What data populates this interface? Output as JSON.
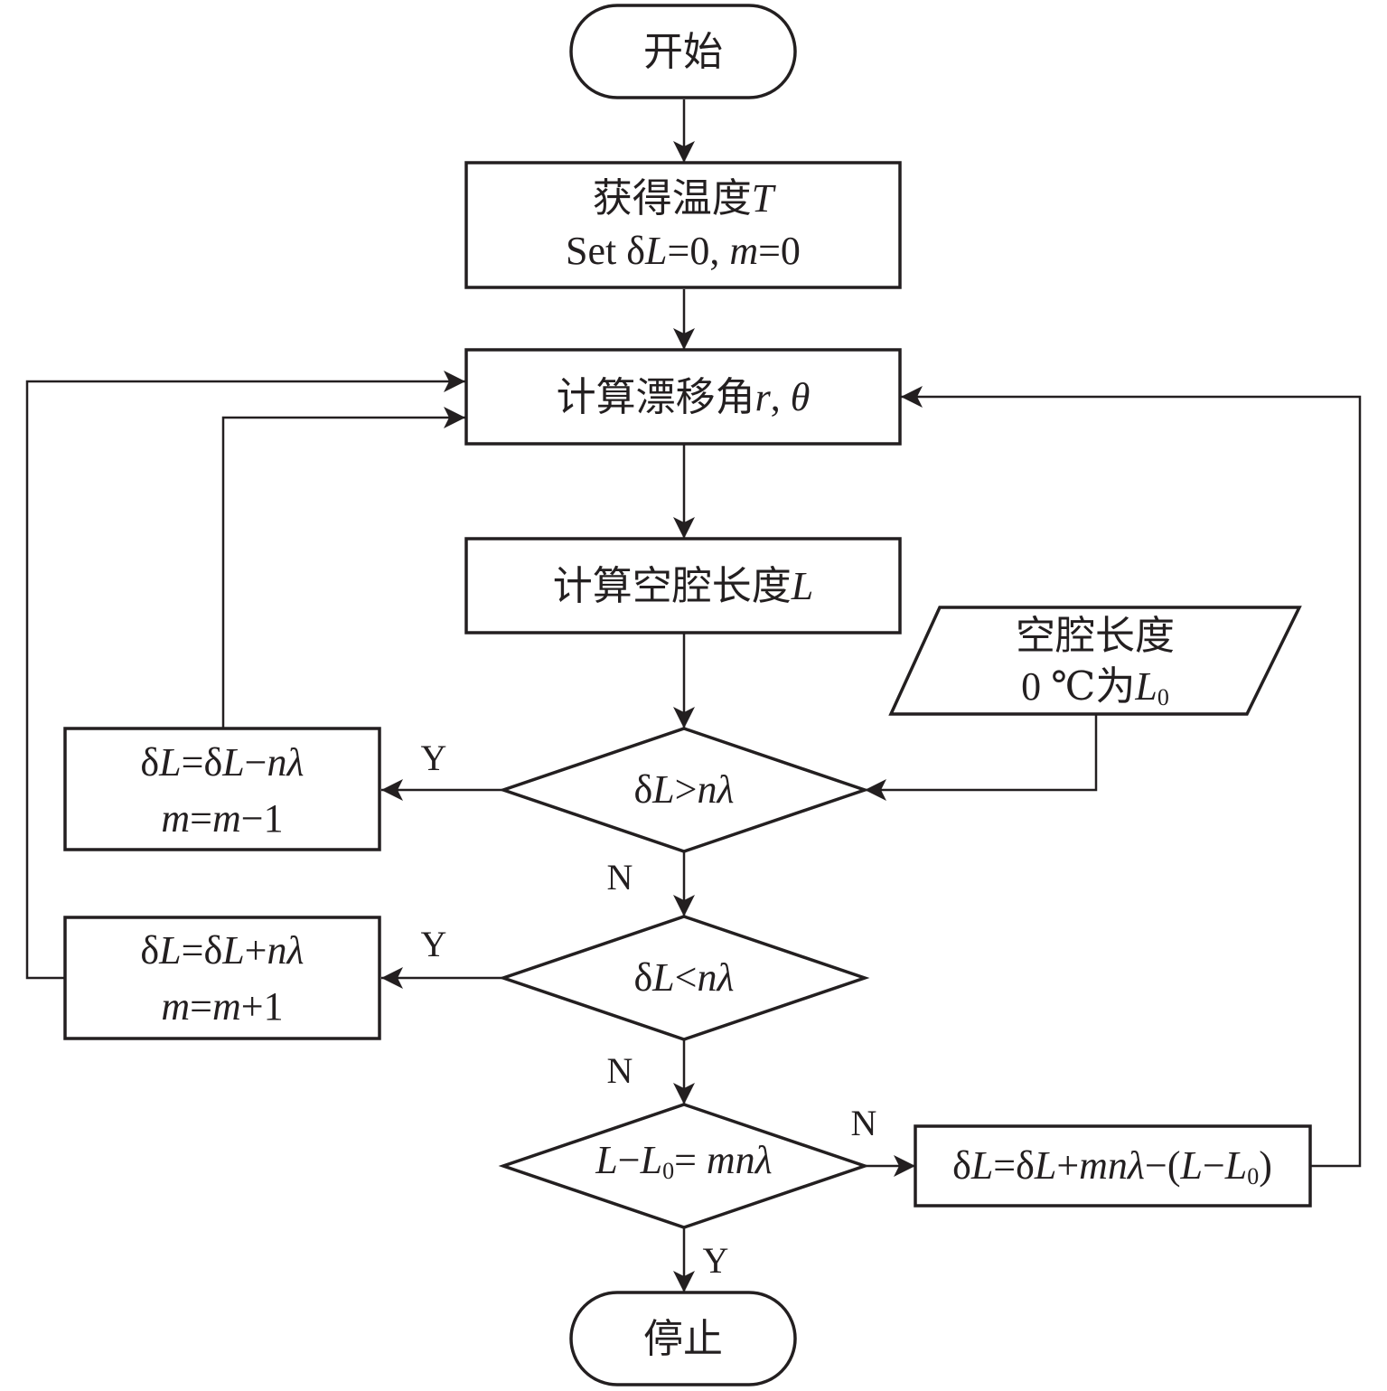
{
  "nodes": {
    "start": {
      "text": "开始"
    },
    "get_temp": {
      "line1_prefix": "获得温度",
      "line1_var": "T",
      "line2_a": "Set δ",
      "line2_b": "L",
      "line2_c": "=0, ",
      "line2_d": "m",
      "line2_e": "=0"
    },
    "calc_drift": {
      "prefix": "计算漂移角",
      "var_r": "r",
      "sep": ", ",
      "var_theta": "θ"
    },
    "calc_length": {
      "prefix": "计算空腔长度",
      "var": "L"
    },
    "input_l0": {
      "line1": "空腔长度",
      "line2_a": "0 ℃为",
      "line2_var": "L",
      "line2_sub": "0"
    },
    "dec1": {
      "a": "δ",
      "b": "L",
      "c": ">",
      "d": "nλ"
    },
    "dec2": {
      "a": "δ",
      "b": "L",
      "c": "<",
      "d": "nλ"
    },
    "dec3": {
      "a": "L",
      "b": "−",
      "c": "L",
      "sub": "0",
      "d": "= ",
      "e": "mnλ"
    },
    "box_minus": {
      "l1_a": "δ",
      "l1_b": "L",
      "l1_c": "=δ",
      "l1_d": "L",
      "l1_e": "−",
      "l1_f": "nλ",
      "l2_a": "m",
      "l2_b": "=",
      "l2_c": "m",
      "l2_d": "−1"
    },
    "box_plus": {
      "l1_a": "δ",
      "l1_b": "L",
      "l1_c": "=δ",
      "l1_d": "L",
      "l1_e": "+",
      "l1_f": "nλ",
      "l2_a": "m",
      "l2_b": "=",
      "l2_c": "m",
      "l2_d": "+1"
    },
    "box_adjust": {
      "a": "δ",
      "b": "L",
      "c": "=δ",
      "d": "L",
      "e": "+",
      "f": "mnλ",
      "g": "−(",
      "h": "L",
      "i": "−",
      "j": "L",
      "sub": "0",
      "k": ")"
    },
    "stop": {
      "text": "停止"
    }
  },
  "edge_labels": {
    "dec1_yes": "Y",
    "dec1_no": "N",
    "dec2_yes": "Y",
    "dec2_no": "N",
    "dec3_no": "N",
    "dec3_yes": "Y"
  }
}
